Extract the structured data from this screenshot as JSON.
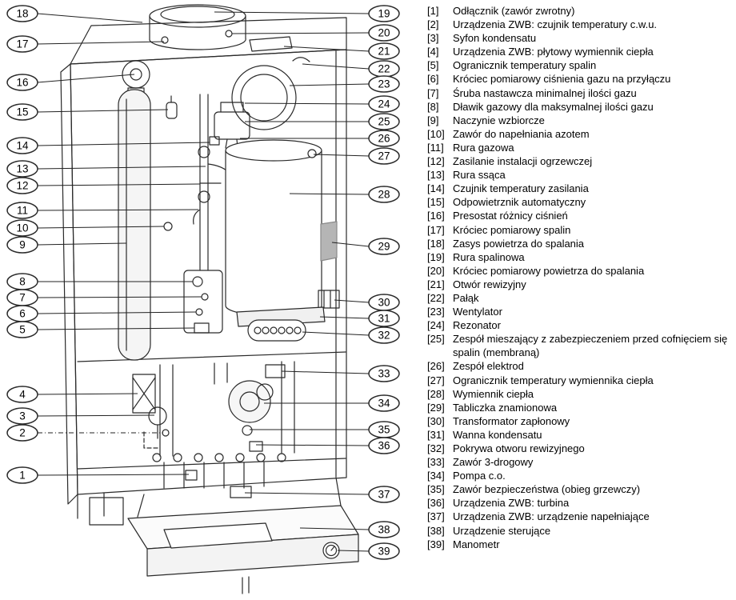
{
  "colors": {
    "background": "#ffffff",
    "line_art": "#2a2a2a",
    "text": "#000000",
    "rating_plate": "#b5b5b5"
  },
  "callouts": {
    "left": [
      "18",
      "17",
      "16",
      "15",
      "14",
      "13",
      "12",
      "11",
      "10",
      "9",
      "8",
      "7",
      "6",
      "5",
      "4",
      "3",
      "2",
      "1"
    ],
    "right": [
      "19",
      "20",
      "21",
      "22",
      "23",
      "24",
      "25",
      "26",
      "27",
      "28",
      "29",
      "30",
      "31",
      "32",
      "33",
      "34",
      "35",
      "36",
      "37",
      "38",
      "39"
    ]
  },
  "legend": {
    "items": [
      {
        "num": "[1]",
        "label": "Odłącznik (zawór zwrotny)"
      },
      {
        "num": "[2]",
        "label": "Urządzenia ZWB: czujnik temperatury c.w.u."
      },
      {
        "num": "[3]",
        "label": "Syfon kondensatu"
      },
      {
        "num": "[4]",
        "label": "Urządzenia ZWB: płytowy wymiennik ciepła"
      },
      {
        "num": "[5]",
        "label": "Ogranicznik temperatury spalin"
      },
      {
        "num": "[6]",
        "label": "Króciec pomiarowy ciśnienia gazu na przyłączu"
      },
      {
        "num": "[7]",
        "label": "Śruba nastawcza minimalnej ilości gazu"
      },
      {
        "num": "[8]",
        "label": "Dławik gazowy dla maksymalnej ilości gazu"
      },
      {
        "num": "[9]",
        "label": "Naczynie wzbiorcze"
      },
      {
        "num": "[10]",
        "label": "Zawór do napełniania azotem"
      },
      {
        "num": "[11]",
        "label": "Rura gazowa"
      },
      {
        "num": "[12]",
        "label": "Zasilanie instalacji ogrzewczej"
      },
      {
        "num": "[13]",
        "label": "Rura ssąca"
      },
      {
        "num": "[14]",
        "label": "Czujnik temperatury zasilania"
      },
      {
        "num": "[15]",
        "label": "Odpowietrznik automatyczny"
      },
      {
        "num": "[16]",
        "label": "Presostat różnicy ciśnień"
      },
      {
        "num": "[17]",
        "label": "Króciec pomiarowy spalin"
      },
      {
        "num": "[18]",
        "label": "Zasys powietrza do spalania"
      },
      {
        "num": "[19]",
        "label": "Rura spalinowa"
      },
      {
        "num": "[20]",
        "label": "Króciec pomiarowy powietrza do spalania"
      },
      {
        "num": "[21]",
        "label": "Otwór rewizyjny"
      },
      {
        "num": "[22]",
        "label": "Pałąk"
      },
      {
        "num": "[23]",
        "label": "Wentylator"
      },
      {
        "num": "[24]",
        "label": "Rezonator"
      },
      {
        "num": "[25]",
        "label": "Zespół mieszający z zabezpieczeniem przed cofnięciem się spalin (membraną)"
      },
      {
        "num": "[26]",
        "label": "Zespół elektrod"
      },
      {
        "num": "[27]",
        "label": "Ogranicznik temperatury wymiennika ciepła"
      },
      {
        "num": "[28]",
        "label": "Wymiennik ciepła"
      },
      {
        "num": "[29]",
        "label": "Tabliczka znamionowa"
      },
      {
        "num": "[30]",
        "label": "Transformator zapłonowy"
      },
      {
        "num": "[31]",
        "label": "Wanna kondensatu"
      },
      {
        "num": "[32]",
        "label": "Pokrywa otworu rewizyjnego"
      },
      {
        "num": "[33]",
        "label": "Zawór 3-drogowy"
      },
      {
        "num": "[34]",
        "label": "Pompa c.o."
      },
      {
        "num": "[35]",
        "label": "Zawór bezpieczeństwa (obieg grzewczy)"
      },
      {
        "num": "[36]",
        "label": "Urządzenia ZWB: turbina"
      },
      {
        "num": "[37]",
        "label": "Urządzenia ZWB: urządzenie napełniające"
      },
      {
        "num": "[38]",
        "label": "Urządzenie sterujące"
      },
      {
        "num": "[39]",
        "label": "Manometr"
      }
    ]
  }
}
